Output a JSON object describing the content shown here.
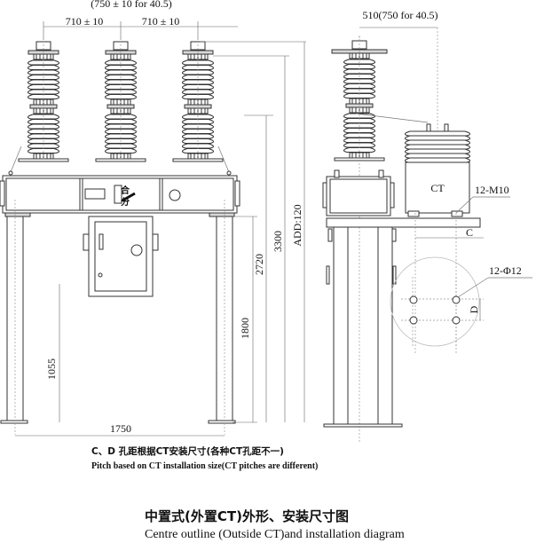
{
  "front_view": {
    "top_pitch_alt": "(750 ± 10 for 40.5)",
    "phase_pitch_left": "710 ± 10",
    "phase_pitch_right": "710 ± 10",
    "width_dim": "1750",
    "leg_height_dim": "1055",
    "frame_height_dim": "1800",
    "mid_height_dim": "2720",
    "total_height_dim": "3300",
    "add_dim": "ADD:120",
    "switch_label_close": "合",
    "switch_label_open": "分"
  },
  "side_view": {
    "ct_offset_dim": "510(750 for 40.5)",
    "ct_label": "CT",
    "bolt_label": "12-M10",
    "c_label": "C",
    "hole_label": "12-Φ12",
    "d_label": "D"
  },
  "notes": {
    "pitch_cn": "C、D  孔距根据CT安装尺寸(各种CT孔距不一)",
    "pitch_en": "Pitch based on CT installation size(CT pitches are different)"
  },
  "caption": {
    "title_cn": "中置式(外置CT)外形、安装尺寸图",
    "title_en": "Centre outline (Outside CT)and installation diagram"
  }
}
